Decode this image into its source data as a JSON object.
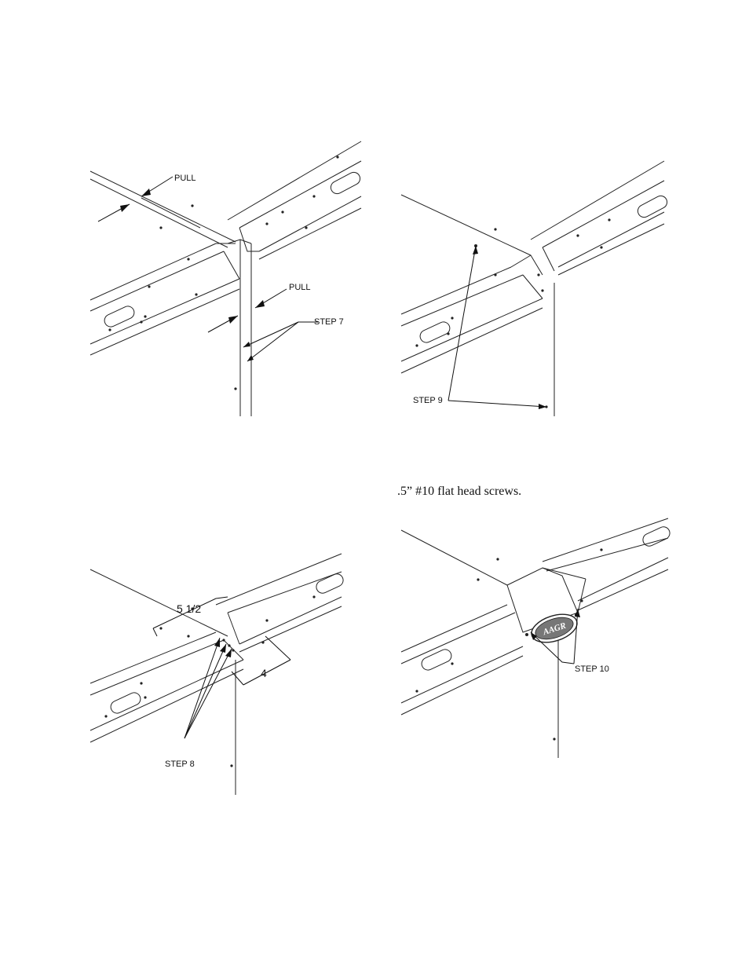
{
  "caption": ".5” #10 flat head screws.",
  "figures": {
    "step7": {
      "pull_top": "PULL",
      "pull_side": "PULL",
      "step": "STEP 7"
    },
    "step9": {
      "step": "STEP 9"
    },
    "step8": {
      "dim_width": "5 1/2",
      "dim_depth": "4",
      "step": "STEP 8"
    },
    "step10": {
      "step": "STEP 10",
      "logo_text": "AAGR"
    }
  }
}
